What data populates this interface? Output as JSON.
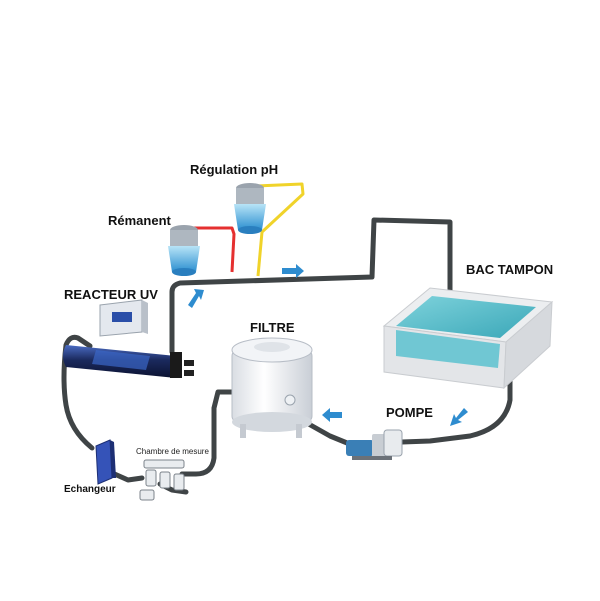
{
  "labels": {
    "regulation_ph": "Régulation pH",
    "remanent": "Rémanent",
    "reacteur_uv": "REACTEUR UV",
    "filtre": "FILTRE",
    "bac_tampon": "BAC TAMPON",
    "pompe": "POMPE",
    "chambre_de_mesure": "Chambre de mesure",
    "echangeur": "Echangeur"
  },
  "colors": {
    "pipe": "#3f4446",
    "red_line": "#e53030",
    "yellow_line": "#f0d32a",
    "flow_arrow": "#2e8ccf",
    "water": "#4fb9c6"
  }
}
